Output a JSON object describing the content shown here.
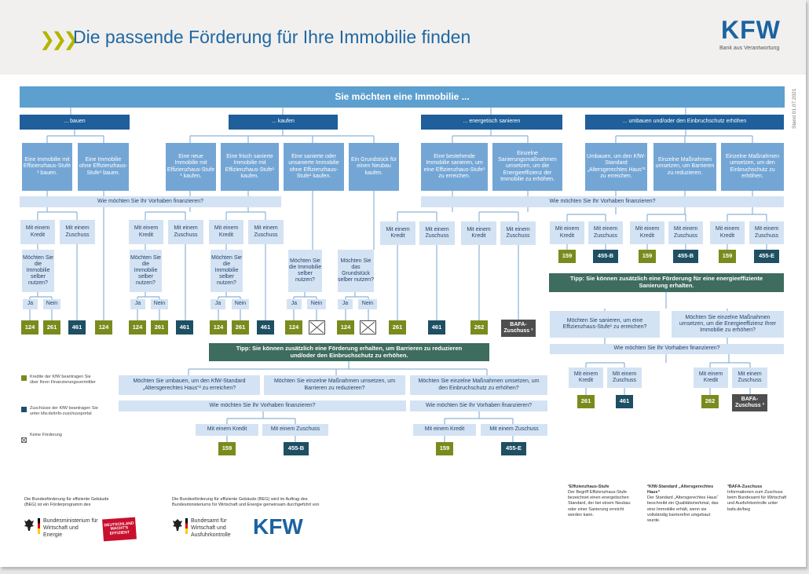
{
  "header": {
    "title": "Die passende Förderung für Ihre Immobilie finden",
    "logo": "KFW",
    "logo_tagline": "Bank aus Verantwortung",
    "stand": "Stand 01.07.2021"
  },
  "top": "Sie möchten eine Immobilie ...",
  "categories": {
    "bauen": "... bauen",
    "kaufen": "... kaufen",
    "sanieren": "... energetisch sanieren",
    "umbauen": "... umbauen und/oder den Einbruchschutz erhöhen"
  },
  "options": {
    "o1": "Eine Immobilie mit Effizienzhaus-Stufe ¹ bauen.",
    "o2": "Eine Immobilie ohne Effizienzhaus-Stufe¹ bauen.",
    "o3": "Eine neue Immobilie mit Effizienzhaus-Stufe ¹ kaufen.",
    "o4": "Eine frisch sanierte Immobilie mit Effizienzhaus-Stufe¹ kaufen.",
    "o5": "Eine sanierte oder unsanierte Immobilie ohne Effizienzhaus-Stufe¹ kaufen.",
    "o6": "Ein Grundstück für einen Neubau kaufen.",
    "o7": "Eine bestehende Immobilie sanieren, um eine Effizienzhaus-Stufe¹ zu erreichen.",
    "o8": "Einzelne Sanierungsmaßnahmen umsetzen, um die Energieeffizienz der Immobilie zu erhöhen.",
    "o9": "Umbauen, um den KfW-Standard „Altersgerechtes Haus“² zu erreichen.",
    "o10": "Einzelne Maßnahmen umsetzen, um Barrieren zu reduzieren.",
    "o11": "Einzelne Maßnahmen umsetzen, um den Einbruchschutz zu erhöhen."
  },
  "finance_q": "Wie möchten Sie Ihr Vorhaben finanzieren?",
  "kredit": "Mit einem Kredit",
  "zuschuss": "Mit einem Zuschuss",
  "selbst_q": "Möchten Sie die Immobilie selber nutzen?",
  "grund_q": "Möchten Sie das Grundstück selber nutzen?",
  "ja": "Ja",
  "nein": "Nein",
  "codes": {
    "c124": "124",
    "c261": "261",
    "c461": "461",
    "c262": "262",
    "c159": "159",
    "c455b": "455-B",
    "c455e": "455-E",
    "bafa": "BAFA-Zuschuss ³"
  },
  "tip_barrier": "Tipp: Sie können zusätzlich eine Förderung erhalten, um Barrieren zu reduzieren und/oder den Einbruchschutz zu erhöhen.",
  "tip_energy": "Tipp: Sie können zusätzlich eine Förderung für eine energieeffiziente Sanierung erhalten.",
  "q_umbau_standard": "Möchten Sie umbauen, um den KfW-Standard „Altersgerechtes Haus“² zu erreichen?",
  "q_barrieren": "Möchten Sie einzelne Maßnahmen umsetzen, um Barrieren zu reduzieren?",
  "q_einbruch": "Möchten Sie einzelne Maßnahmen umsetzen, um den Einbruchschutz zu erhöhen?",
  "q_sanieren_eh": "Möchten Sie sanieren, um eine Effizienzhaus-Stufe¹ zu erreichen?",
  "q_energie": "Möchten Sie einzelne Maßnahmen umsetzen, um die Energieeffizienz Ihrer Immobilie zu erhöhen?",
  "legend": {
    "kredite": "Kredite der KfW beantragen Sie über Ihren Finanzierungsvermittler",
    "zuschuesse": "Zuschüsse der KfW beantragen Sie unter kfw.de/info-zuschussportal",
    "keine": "Keine Förderung"
  },
  "footer": {
    "beg_left": "Die Bundesförderung für effiziente Gebäude (BEG) ist ein Förderprogramm des",
    "bmwi": "Bundesministerium für Wirtschaft und Energie",
    "dm_badge": "DEUTSCHLAND MACHT'S EFFIZIENT",
    "beg_mid": "Die Bundesförderung für effiziente Gebäude (BEG) wird im Auftrag des Bundesministeriums für Wirtschaft und Energie gemeinsam durchgeführt von",
    "bafa_org": "Bundesamt für Wirtschaft und Ausfuhrkontrolle",
    "kfw": "KFW"
  },
  "footnotes": {
    "f1_title": "¹Effizienzhaus-Stufe",
    "f1_text": "Der Begriff Effizienzhaus-Stufe bezeichnet einen energetischen Standard, der bei einem Neubau oder einer Sanierung erreicht werden kann.",
    "f2_title": "²KfW-Standard „Altersgerechtes Haus“",
    "f2_text": "Der Standard „Altersgerechtes Haus“ beschreibt ein Qualitätsmerkmal, das eine Immobilie erhält, wenn sie vollständig barrierefrei umgebaut wurde.",
    "f3_title": "³BAFA-Zuschuss",
    "f3_text": "Informationen zum Zuschuss beim Bundesamt für Wirtschaft und Ausfuhrkontrolle unter bafa.de/beg"
  },
  "colors": {
    "kredit_green": "#7a8b1d",
    "zuschuss_teal": "#1e4f63",
    "kfw_blue": "#1b63a0"
  }
}
